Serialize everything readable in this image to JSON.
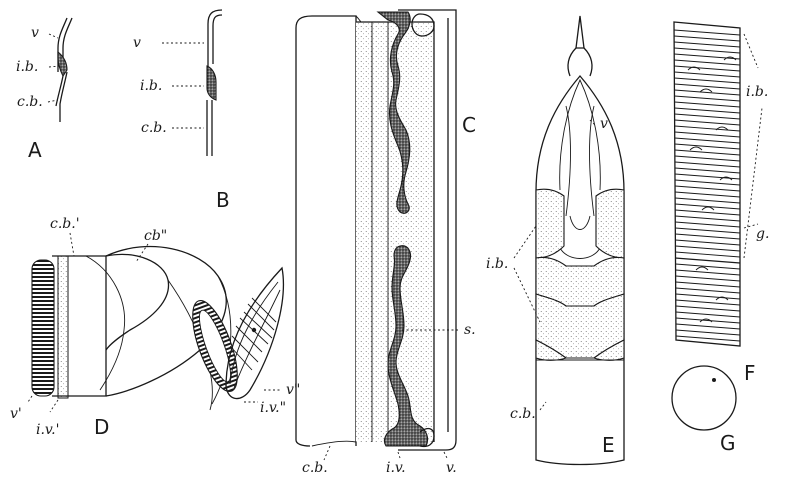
{
  "panels": {
    "A": {
      "letter": "A",
      "v": "v",
      "ib": "i.b.",
      "cb": "c.b."
    },
    "B": {
      "letter": "B",
      "v": "v",
      "ib": "i.b.",
      "cb": "c.b."
    },
    "C": {
      "letter": "C",
      "s": "s.",
      "cb": "c.b.",
      "iv": "i.v.",
      "v": "v."
    },
    "D": {
      "letter": "D",
      "cb1": "c.b.'",
      "cb2": "cb\"",
      "v1": "v'",
      "iv1": "i.v.'",
      "v2": "v\"",
      "iv2": "i.v.\""
    },
    "E": {
      "letter": "E",
      "v": "v",
      "ib": "i.b.",
      "cb": "c.b."
    },
    "F": {
      "letter": "F",
      "ib": "i.b.",
      "g": "g."
    },
    "G": {
      "letter": "G"
    }
  }
}
